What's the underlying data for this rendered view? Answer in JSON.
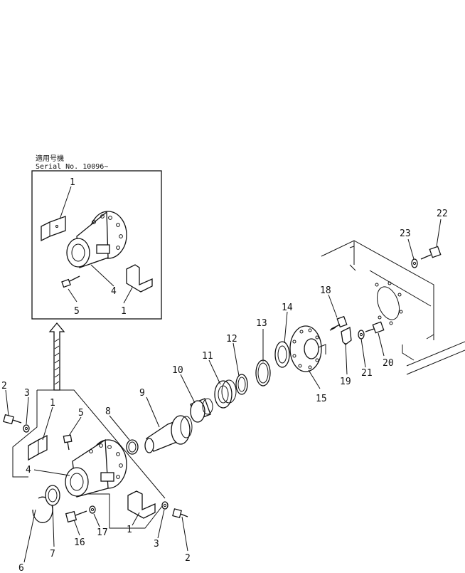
{
  "header": {
    "jp": "適用号機",
    "serial": "Serial  No. 10096~"
  },
  "callouts": [
    {
      "id": "inset-1a",
      "text": "1"
    },
    {
      "id": "inset-4",
      "text": "4"
    },
    {
      "id": "inset-5",
      "text": "5"
    },
    {
      "id": "inset-1b",
      "text": "1"
    },
    {
      "id": "main-2a",
      "text": "2"
    },
    {
      "id": "main-3a",
      "text": "3"
    },
    {
      "id": "main-1a",
      "text": "1"
    },
    {
      "id": "main-5",
      "text": "5"
    },
    {
      "id": "main-4",
      "text": "4"
    },
    {
      "id": "main-8",
      "text": "8"
    },
    {
      "id": "main-9",
      "text": "9"
    },
    {
      "id": "main-10",
      "text": "10"
    },
    {
      "id": "main-11",
      "text": "11"
    },
    {
      "id": "main-12",
      "text": "12"
    },
    {
      "id": "main-13",
      "text": "13"
    },
    {
      "id": "main-14",
      "text": "14"
    },
    {
      "id": "main-15",
      "text": "15"
    },
    {
      "id": "main-18",
      "text": "18"
    },
    {
      "id": "main-19",
      "text": "19"
    },
    {
      "id": "main-20",
      "text": "20"
    },
    {
      "id": "main-21",
      "text": "21"
    },
    {
      "id": "main-22",
      "text": "22"
    },
    {
      "id": "main-23",
      "text": "23"
    },
    {
      "id": "main-1b",
      "text": "1"
    },
    {
      "id": "main-3b",
      "text": "3"
    },
    {
      "id": "main-2b",
      "text": "2"
    },
    {
      "id": "main-17",
      "text": "17"
    },
    {
      "id": "main-16",
      "text": "16"
    },
    {
      "id": "main-7",
      "text": "7"
    },
    {
      "id": "main-6",
      "text": "6"
    }
  ]
}
